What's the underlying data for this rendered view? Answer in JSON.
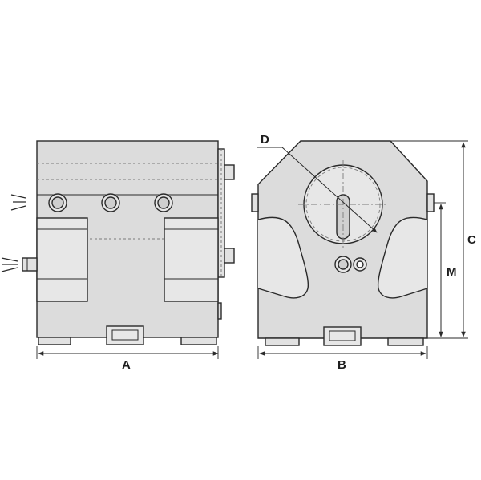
{
  "labels": {
    "a": "A",
    "b": "B",
    "c": "C",
    "d": "D",
    "m": "M"
  },
  "colors": {
    "body_fill": "#dcdcdc",
    "block_fill": "#e7e7e7",
    "line": "#2a2a2a",
    "hidden_line": "#7a7a7a",
    "bore_fill": "#d0d0d0"
  }
}
